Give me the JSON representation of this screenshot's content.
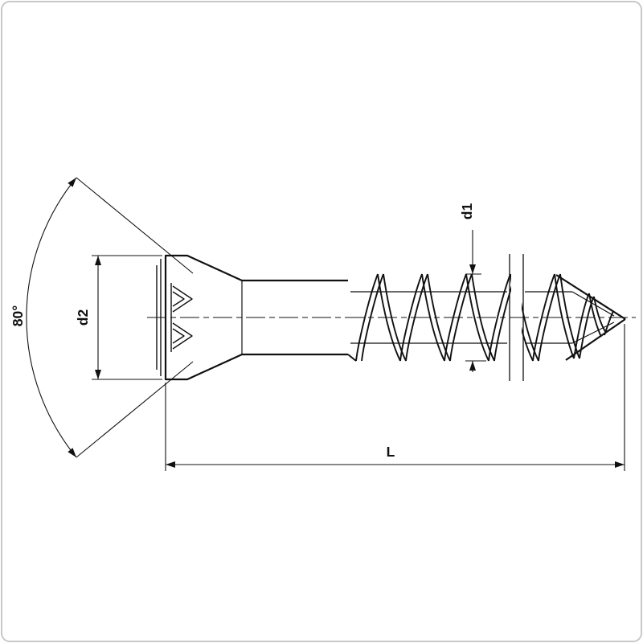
{
  "drawing": {
    "labels": {
      "head_angle": "80°",
      "head_diameter": "d2",
      "thread_diameter": "d1",
      "length": "L"
    },
    "colors": {
      "line": "#111111",
      "background": "#ffffff",
      "border": "#c8c8c8"
    }
  }
}
